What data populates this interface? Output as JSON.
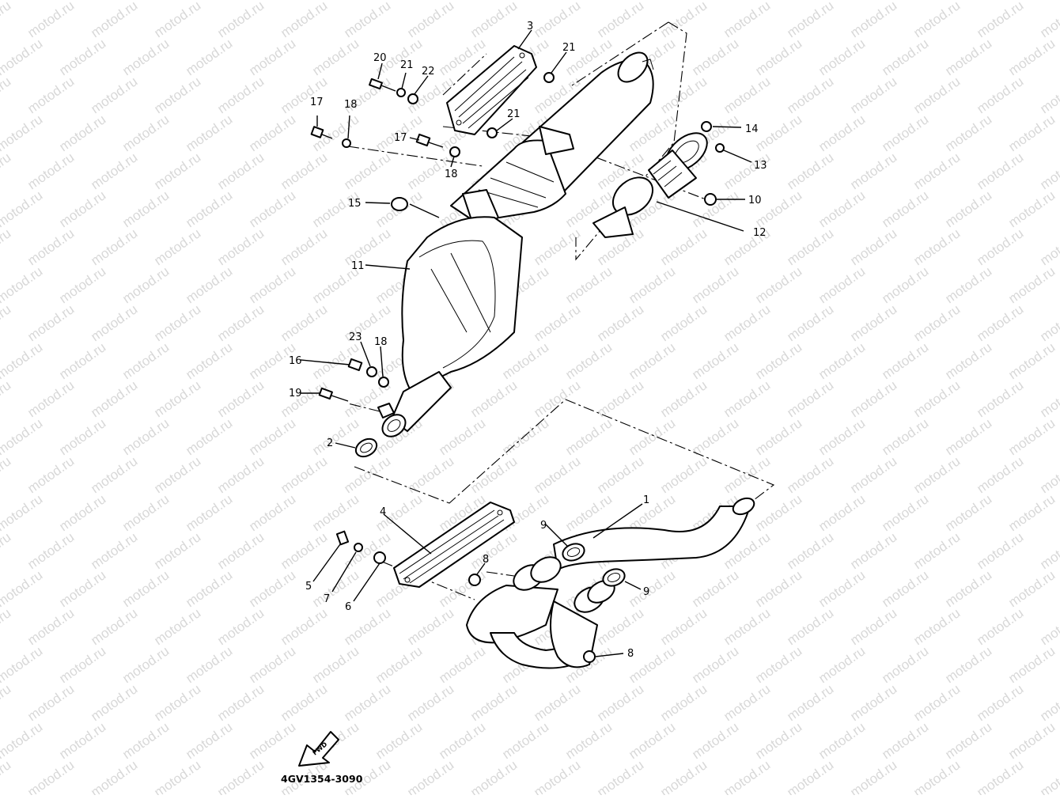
{
  "watermark": {
    "text": "motod.ru",
    "color": "#d8d8d8"
  },
  "diagram": {
    "code": "4GV1354-3090",
    "fwd_text": "FWD",
    "callouts": [
      {
        "id": "c3",
        "text": "3"
      },
      {
        "id": "c21a",
        "text": "21"
      },
      {
        "id": "c20",
        "text": "20"
      },
      {
        "id": "c21b",
        "text": "21"
      },
      {
        "id": "c22",
        "text": "22"
      },
      {
        "id": "c17a",
        "text": "17"
      },
      {
        "id": "c18a",
        "text": "18"
      },
      {
        "id": "c21c",
        "text": "21"
      },
      {
        "id": "c17b",
        "text": "17"
      },
      {
        "id": "c18b",
        "text": "18"
      },
      {
        "id": "c14",
        "text": "14"
      },
      {
        "id": "c13",
        "text": "13"
      },
      {
        "id": "c10",
        "text": "10"
      },
      {
        "id": "c12",
        "text": "12"
      },
      {
        "id": "c15",
        "text": "15"
      },
      {
        "id": "c11",
        "text": "11"
      },
      {
        "id": "c23",
        "text": "23"
      },
      {
        "id": "c18c",
        "text": "18"
      },
      {
        "id": "c16",
        "text": "16"
      },
      {
        "id": "c19",
        "text": "19"
      },
      {
        "id": "c2",
        "text": "2"
      },
      {
        "id": "c1",
        "text": "1"
      },
      {
        "id": "c4",
        "text": "4"
      },
      {
        "id": "c9a",
        "text": "9"
      },
      {
        "id": "c8a",
        "text": "8"
      },
      {
        "id": "c9b",
        "text": "9"
      },
      {
        "id": "c5",
        "text": "5"
      },
      {
        "id": "c7",
        "text": "7"
      },
      {
        "id": "c6",
        "text": "6"
      },
      {
        "id": "c8b",
        "text": "8"
      }
    ]
  }
}
